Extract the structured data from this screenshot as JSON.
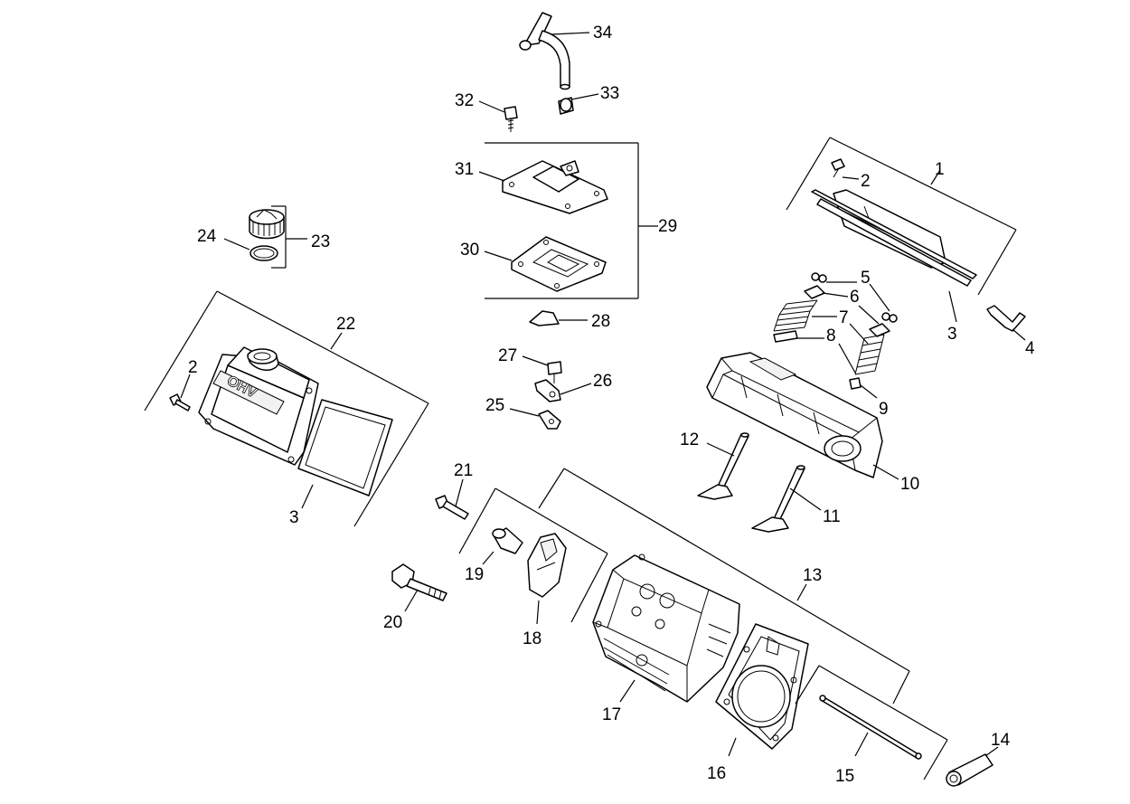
{
  "callouts": {
    "c1": "1",
    "c2a": "2",
    "c2b": "2",
    "c3a": "3",
    "c3b": "3",
    "c4": "4",
    "c5": "5",
    "c6": "6",
    "c7": "7",
    "c8": "8",
    "c9": "9",
    "c10": "10",
    "c11": "11",
    "c12": "12",
    "c13": "13",
    "c14": "14",
    "c15": "15",
    "c16": "16",
    "c17": "17",
    "c18": "18",
    "c19": "19",
    "c20": "20",
    "c21": "21",
    "c22": "22",
    "c23": "23",
    "c24": "24",
    "c25": "25",
    "c26": "26",
    "c27": "27",
    "c28": "28",
    "c29": "29",
    "c30": "30",
    "c31": "31",
    "c32": "32",
    "c33": "33",
    "c34": "34"
  },
  "valve_cover_emboss": "OHV"
}
